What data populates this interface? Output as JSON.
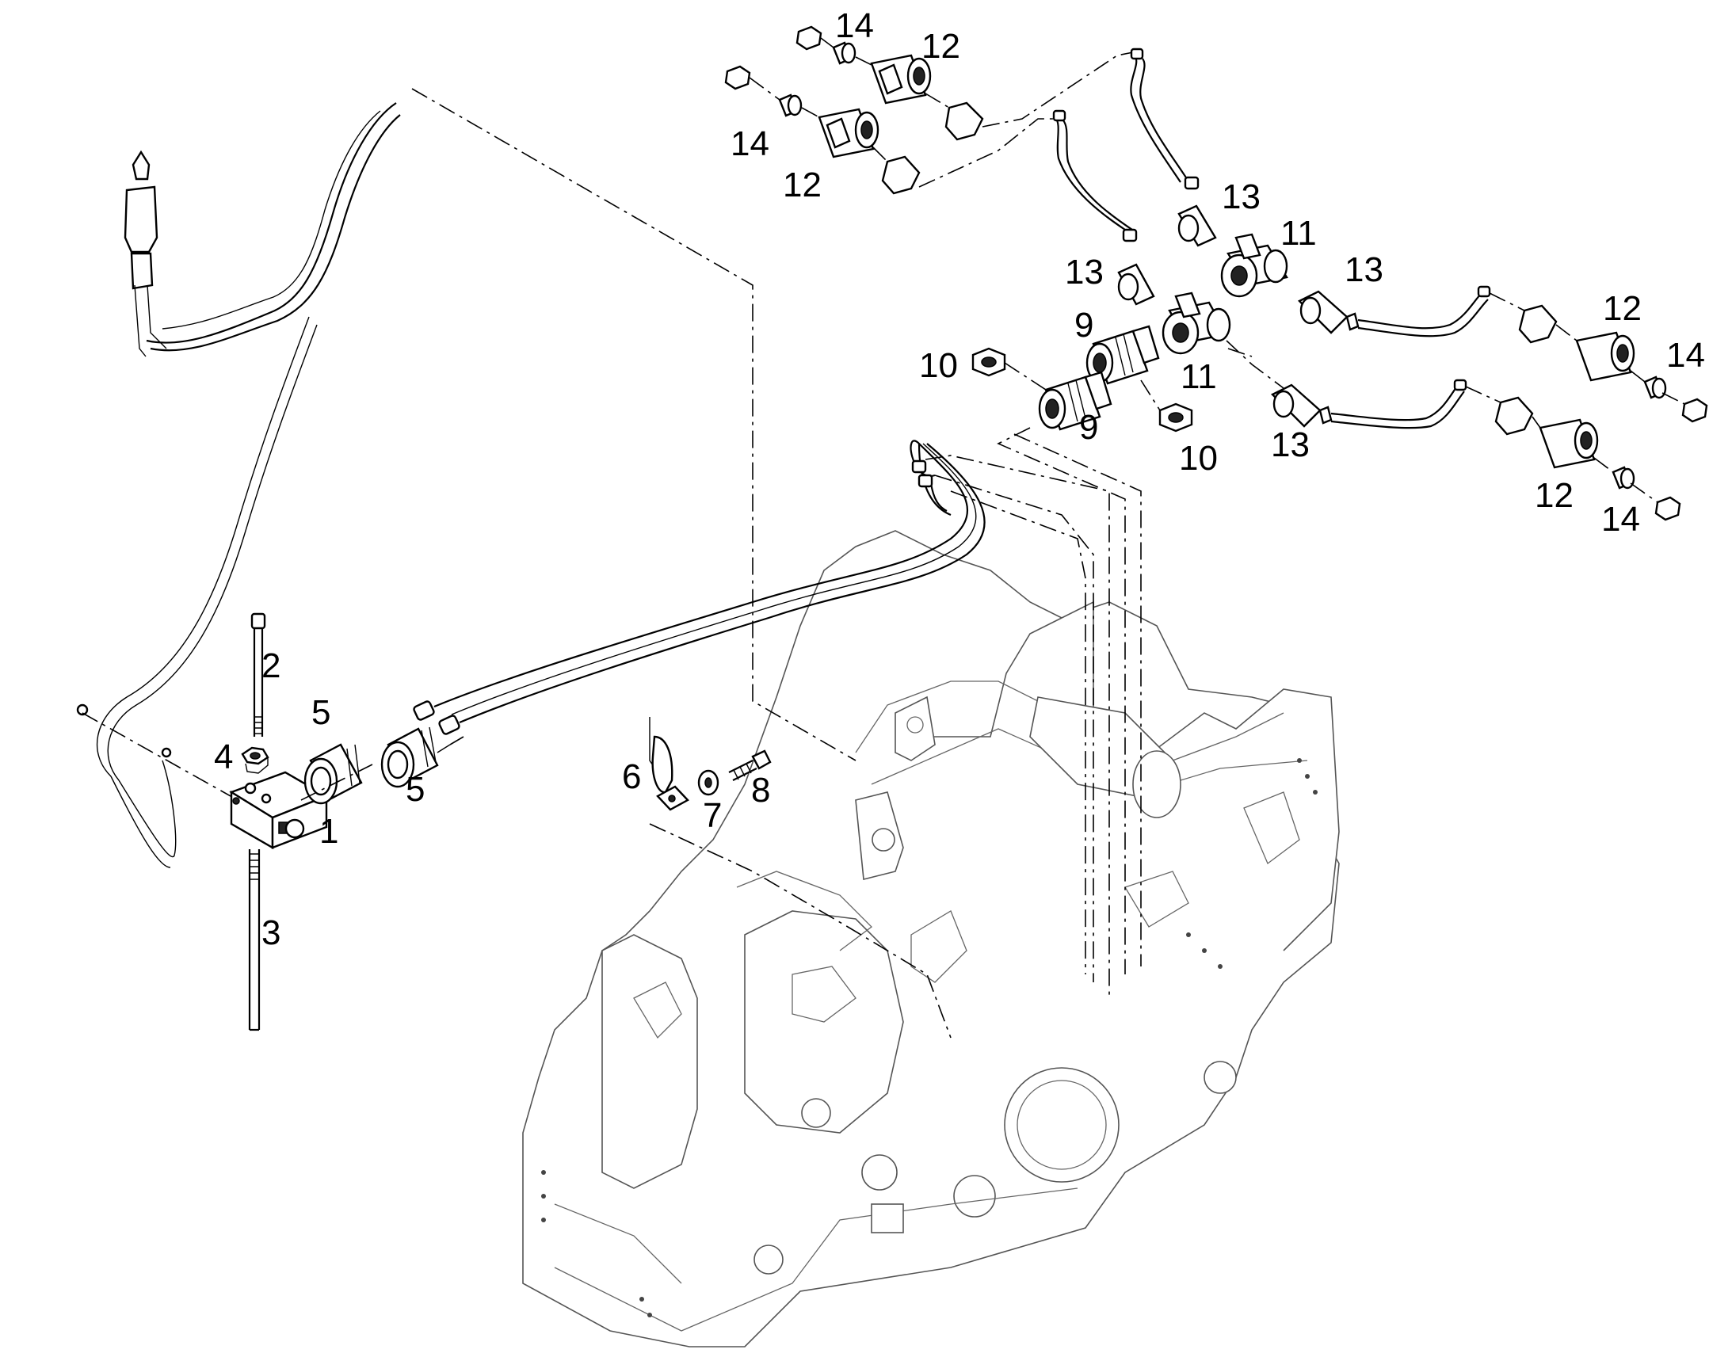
{
  "callouts": [
    {
      "id": "c1",
      "text": "1"
    },
    {
      "id": "c2",
      "text": "2"
    },
    {
      "id": "c3",
      "text": "3"
    },
    {
      "id": "c4",
      "text": "4"
    },
    {
      "id": "c5a",
      "text": "5"
    },
    {
      "id": "c5b",
      "text": "5"
    },
    {
      "id": "c6",
      "text": "6"
    },
    {
      "id": "c7",
      "text": "7"
    },
    {
      "id": "c8",
      "text": "8"
    },
    {
      "id": "c9a",
      "text": "9"
    },
    {
      "id": "c9b",
      "text": "9"
    },
    {
      "id": "c10a",
      "text": "10"
    },
    {
      "id": "c10b",
      "text": "10"
    },
    {
      "id": "c11a",
      "text": "11"
    },
    {
      "id": "c11b",
      "text": "11"
    },
    {
      "id": "c12a",
      "text": "12"
    },
    {
      "id": "c12b",
      "text": "12"
    },
    {
      "id": "c12c",
      "text": "12"
    },
    {
      "id": "c12d",
      "text": "12"
    },
    {
      "id": "c13a",
      "text": "13"
    },
    {
      "id": "c13b",
      "text": "13"
    },
    {
      "id": "c13c",
      "text": "13"
    },
    {
      "id": "c13d",
      "text": "13"
    },
    {
      "id": "c14a",
      "text": "14"
    },
    {
      "id": "c14b",
      "text": "14"
    },
    {
      "id": "c14c",
      "text": "14"
    },
    {
      "id": "c14d",
      "text": "14"
    }
  ],
  "icons": {
    "joystick": "joystick-icon",
    "valve_block": "valve-block-icon",
    "machine_frame": "loader-frame-icon"
  }
}
